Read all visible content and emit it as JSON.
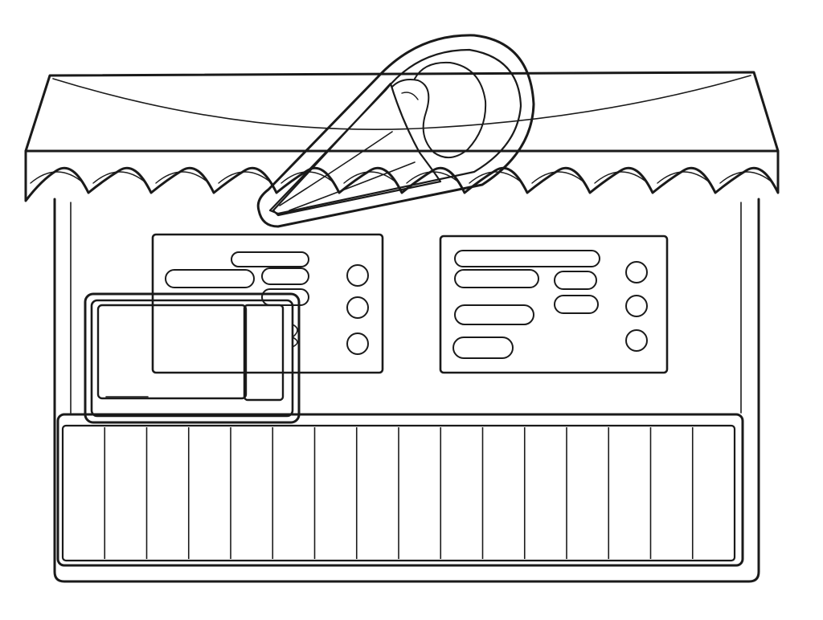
{
  "scene": {
    "subject": "ice cream stand",
    "style": "line art coloring page",
    "colors": {
      "line": "#1a1a1a",
      "paper": "#ffffff"
    },
    "awning_scallop_count": 12,
    "menu_boards": [
      {
        "row_count": 4,
        "price_dots": 3
      },
      {
        "row_count": 4,
        "price_dots": 3
      }
    ],
    "counter_slat_count": 16
  }
}
